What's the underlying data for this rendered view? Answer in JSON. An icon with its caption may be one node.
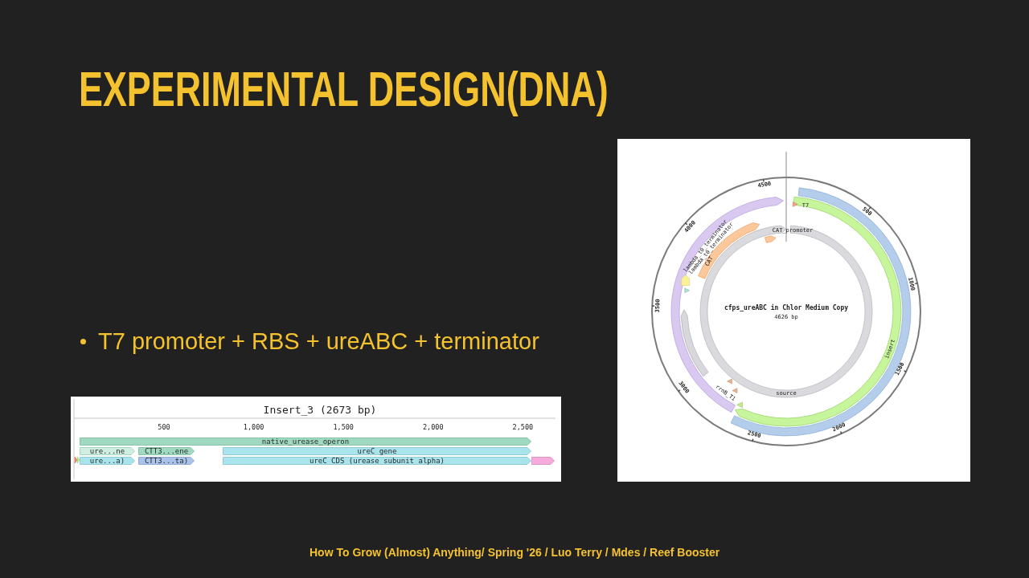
{
  "diagram": {
    "title": "EXPERIMENTAL DESIGN(DNA)",
    "nodes": [
      {
        "text": [
          "native_urease_operon"
        ]
      },
      {
        "text": [
          "ure...ne"
        ]
      },
      {
        "text": [
          "CTT3...ene"
        ]
      },
      {
        "text": [
          "ureC gene"
        ]
      },
      {
        "text": [
          "ure...a)"
        ]
      },
      {
        "text": [
          "CTT3...ta)"
        ]
      },
      {
        "text": [
          "ureC CDS (urease subunit alpha)"
        ]
      },
      {
        "text": [],
        "shape": "bar"
      }
    ],
    "labels": [
      "T7 promoter + RBS + ureABC + terminator",
      "Insert_3 (2673 bp)",
      "500",
      "1,000",
      "1,500",
      "2,000",
      "2,500",
      "500",
      "1000",
      "1500",
      "2000",
      "2500",
      "3000",
      "3500",
      "4000",
      "4500",
      "T7",
      "CAT_promoter",
      "CAT",
      "lambda_t0_terminator",
      "lambda_t0_terminator",
      "insert",
      "rrnB_T1",
      "source",
      "cfps_ureABC in Chlor Medium Copy",
      "4626 bp",
      "How To Grow (Almost) Anything/ Spring '26 / Luo Terry / Mdes / Reef Booster"
    ]
  }
}
